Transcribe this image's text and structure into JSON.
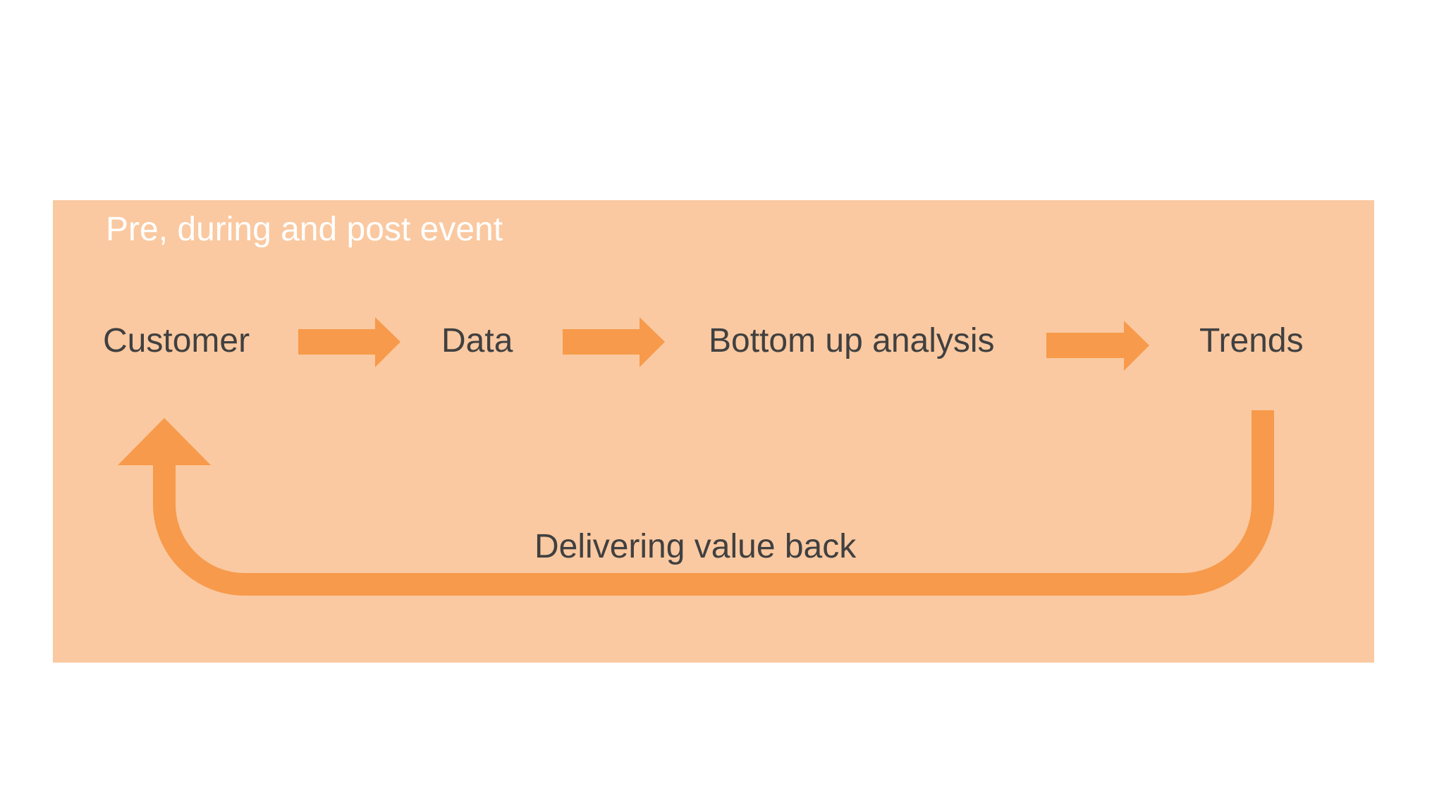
{
  "diagram": {
    "title": "Pre, during and post event",
    "nodes": [
      {
        "id": "customer",
        "label": "Customer"
      },
      {
        "id": "data",
        "label": "Data"
      },
      {
        "id": "analysis",
        "label": "Bottom up analysis"
      },
      {
        "id": "trends",
        "label": "Trends"
      }
    ],
    "edges": [
      {
        "from": "customer",
        "to": "data"
      },
      {
        "from": "data",
        "to": "analysis"
      },
      {
        "from": "analysis",
        "to": "trends"
      },
      {
        "from": "trends",
        "to": "customer",
        "label": "Delivering value back"
      }
    ],
    "feedback_label": "Delivering value back"
  },
  "colors": {
    "panel": "#FAC9A1",
    "arrow": "#F79A4B",
    "text": "#404040",
    "title_text": "#FFFFFF"
  }
}
